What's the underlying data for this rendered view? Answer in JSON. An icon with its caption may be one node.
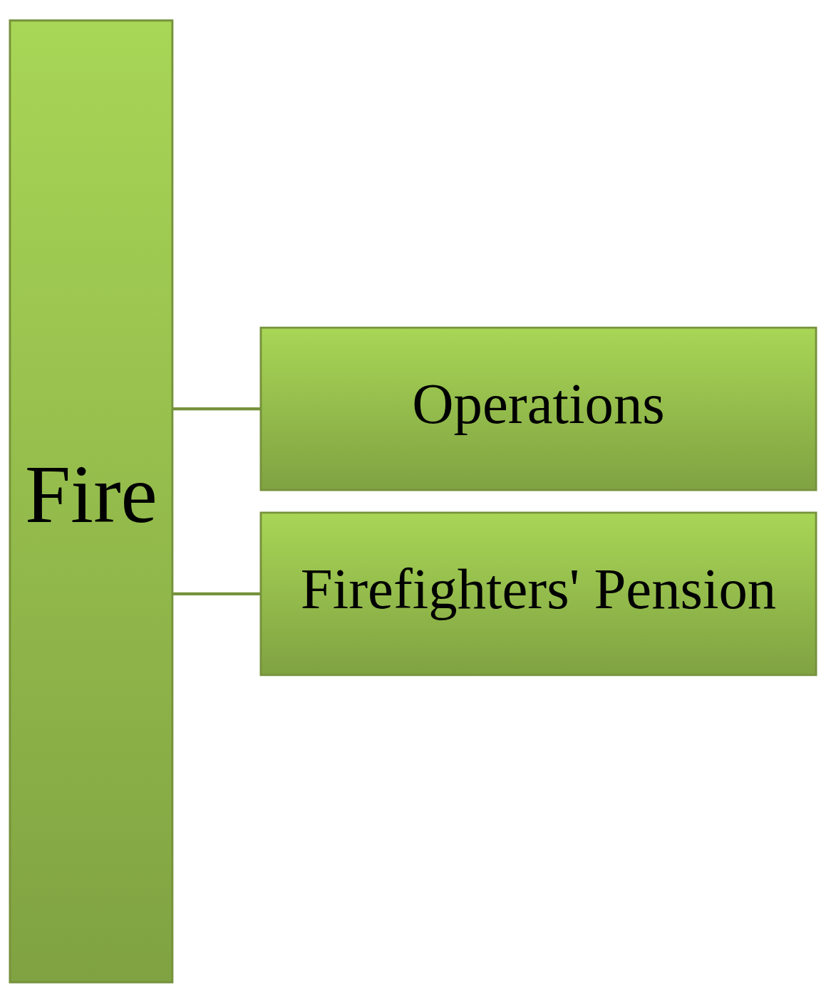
{
  "diagram": {
    "nodes": [
      {
        "text": [
          "Fire"
        ]
      },
      {
        "text": [
          "Operations"
        ]
      },
      {
        "text": [
          "Firefighters' Pension"
        ]
      }
    ],
    "edges": [
      {
        "from": 0,
        "to": 1,
        "arrow": "none"
      },
      {
        "from": 0,
        "to": 2,
        "arrow": "none"
      }
    ]
  }
}
